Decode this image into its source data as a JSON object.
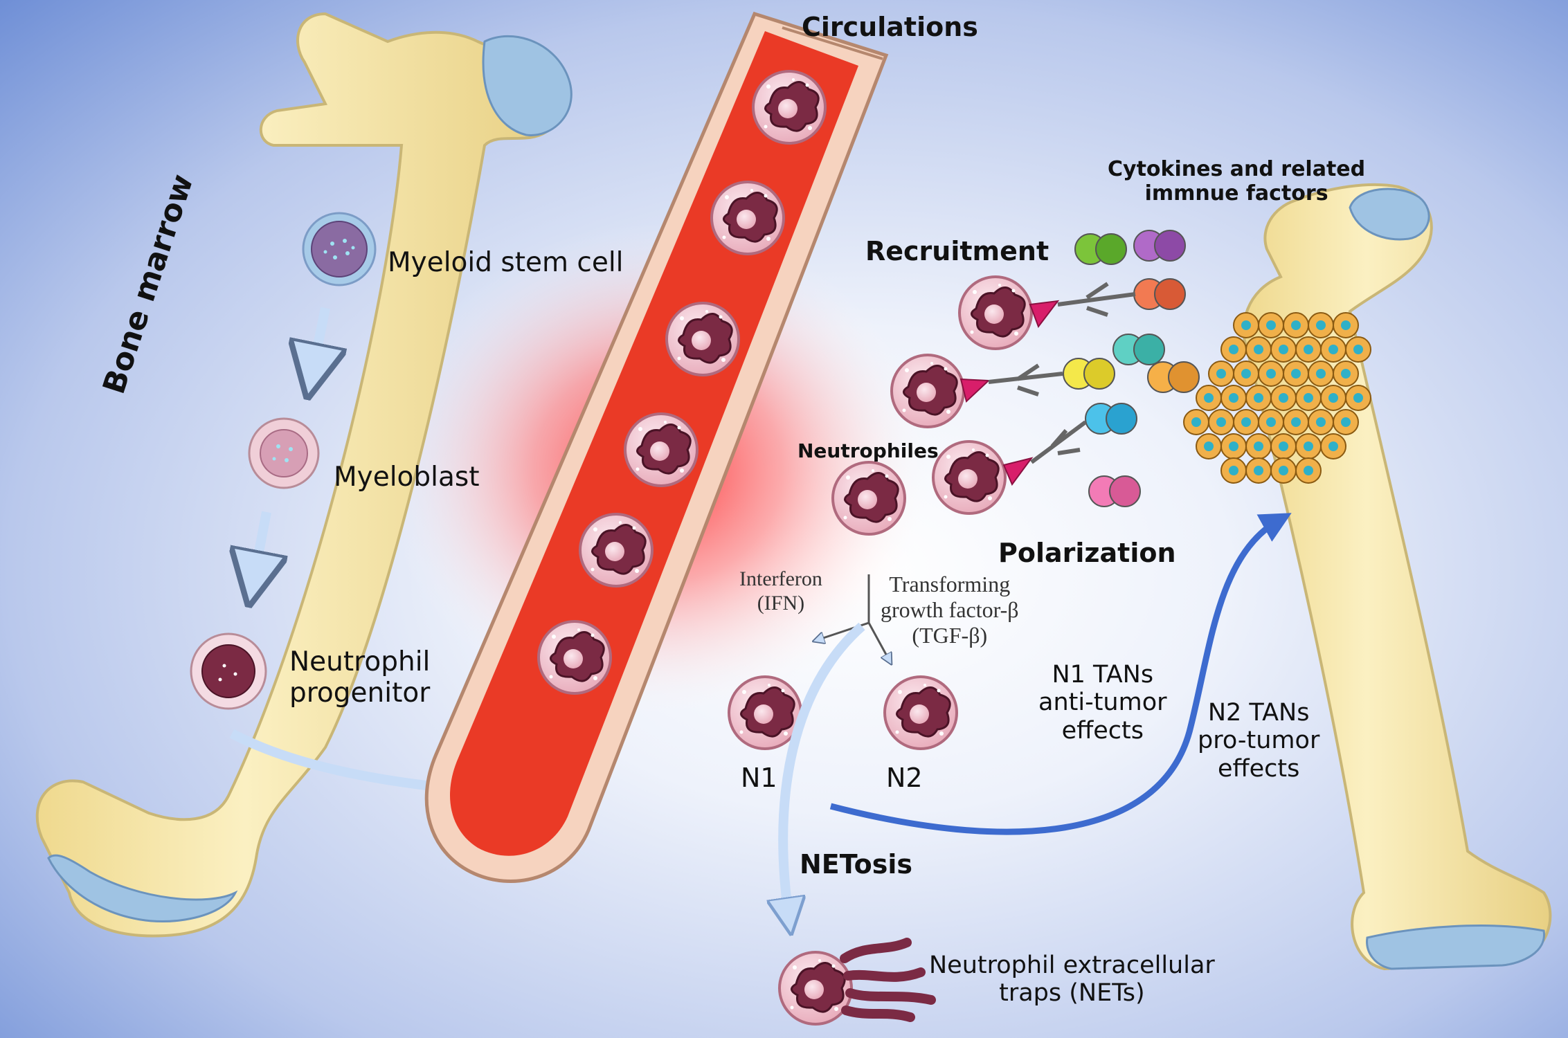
{
  "labels": {
    "bone_marrow": "Bone marrow",
    "myeloid_stem_cell": "Myeloid stem cell",
    "myeloblast": "Myeloblast",
    "neutrophil_progenitor_line1": "Neutrophil",
    "neutrophil_progenitor_line2": "progenitor",
    "circulations": "Circulations",
    "recruitment": "Recruitment",
    "cytokines_line1": "Cytokines and related",
    "cytokines_line2": "immnue factors",
    "neutrophiles": "Neutrophiles",
    "polarization": "Polarization",
    "interferon_line1": "Interferon",
    "interferon_line2": "(IFN)",
    "tgf_line1": "Transforming",
    "tgf_line2": "growth factor-β",
    "tgf_line3": "(TGF-β)",
    "n1": "N1",
    "n2": "N2",
    "n1_tans_line1": "N1 TANs",
    "n1_tans_line2": "anti-tumor",
    "n1_tans_line3": "effects",
    "n2_tans_line1": "N2 TANs",
    "n2_tans_line2": "pro-tumor",
    "n2_tans_line3": "effects",
    "netosis": "NETosis",
    "nets_line1": "Neutrophil extracellular",
    "nets_line2": "traps (NETs)"
  },
  "colors": {
    "bone": "#f7e7a8",
    "bone_edge": "#c9b676",
    "cartilage": "#9fc3e3",
    "vessel_lumen": "#ea3a26",
    "vessel_wall": "#f6d3bf",
    "neutrophil_body": "#f2c9d2",
    "neutrophil_nucleus": "#7b2a44",
    "blue_arrow": "#3d6bcf",
    "light_arrow": "#c7dcf7"
  }
}
